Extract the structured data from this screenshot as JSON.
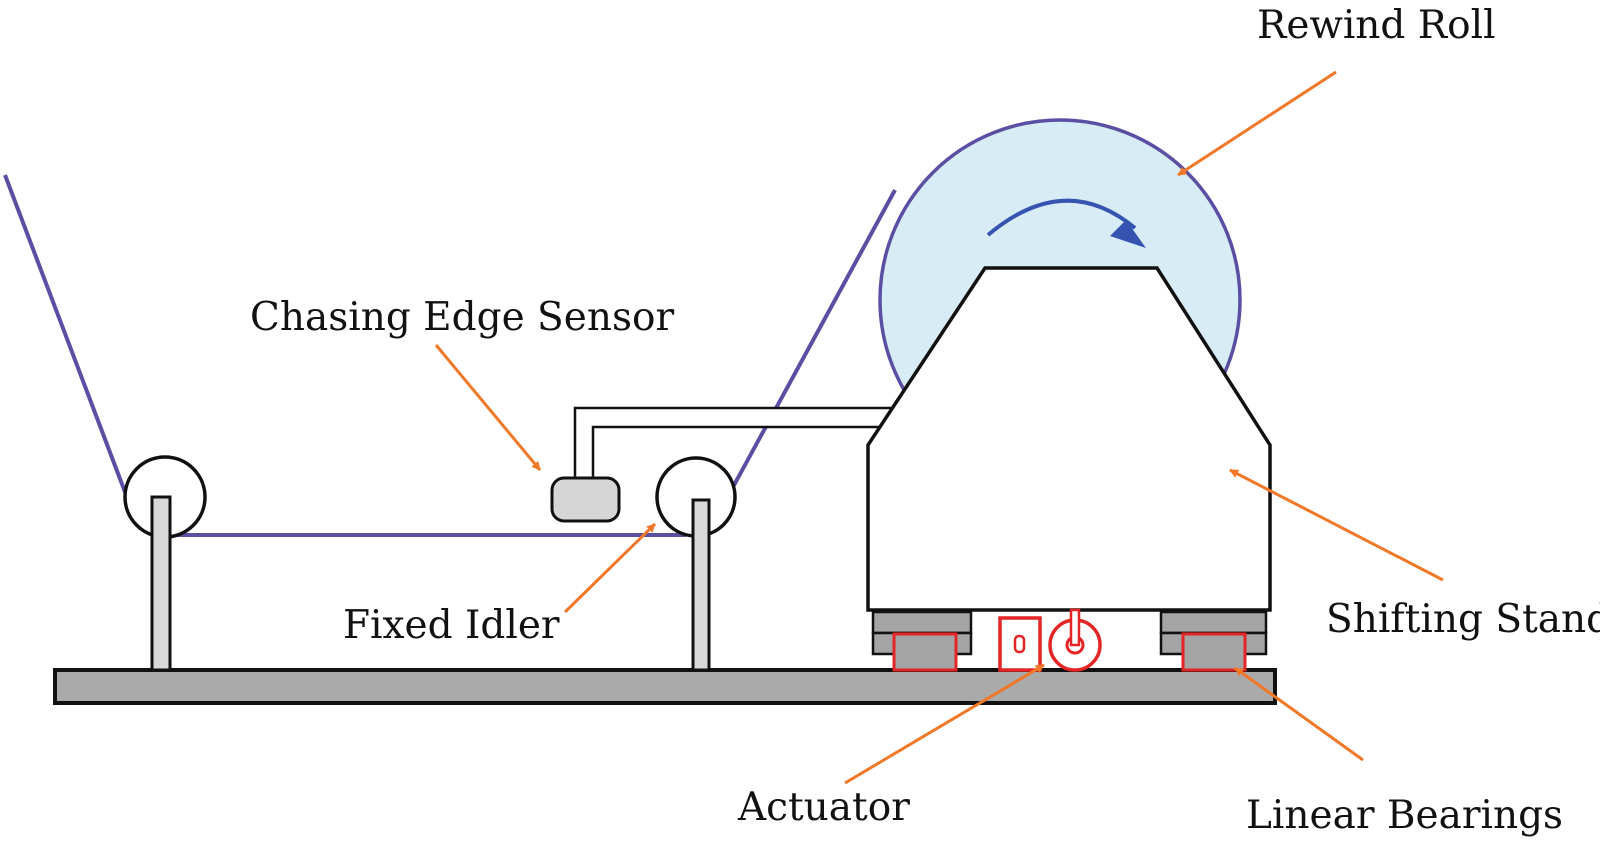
{
  "labels": {
    "rewind_roll": "Rewind Roll",
    "chasing_edge_sensor": "Chasing Edge Sensor",
    "fixed_idler": "Fixed Idler",
    "shifting_stand": "Shifting Stand",
    "actuator": "Actuator",
    "linear_bearings": "Linear Bearings"
  },
  "colors": {
    "web_line": "#5a4fa3",
    "roll_fill": "#d7ecf4",
    "roll_outline": "#5a4fa3",
    "rotation_arrow": "#3553b0",
    "leader_arrows": "#f07828",
    "base_fill": "#aaaaaa",
    "sensor_fill": "#d6d6d6",
    "actuator_red": "#e52525",
    "bearing_fill": "#a4a4a4",
    "outline": "#111111"
  }
}
